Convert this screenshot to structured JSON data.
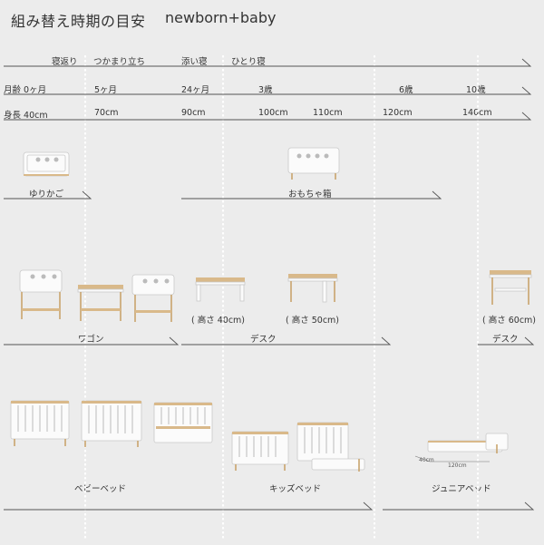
{
  "title": "組み替え時期の目安",
  "subtitle": "newborn+baby",
  "milestones": [
    "寝返り",
    "つかまり立ち",
    "添い寝",
    "ひとり寝"
  ],
  "ages": [
    "月齢 0ヶ月",
    "5ヶ月",
    "24ヶ月",
    "3歳",
    "6歳",
    "10歳"
  ],
  "heights": [
    "身長 40cm",
    "70cm",
    "90cm",
    "100cm",
    "110cm",
    "120cm",
    "140cm"
  ],
  "modes": {
    "cradle": "ゆりかご",
    "toybox": "おもちゃ箱",
    "wagon": "ワゴン",
    "desk1": "デスク",
    "desk2": "デスク",
    "desk_h40": "( 高さ 40cm)",
    "desk_h50": "( 高さ 50cm)",
    "desk_h60": "( 高さ 60cm)",
    "babybed": "ベビーベッド",
    "kidsbed": "キッズベッド",
    "juniorbed": "ジュニアベッド"
  },
  "dims": {
    "w40": "40cm",
    "w120": "120cm"
  },
  "colors": {
    "background": "#ececec",
    "wood": "#d9b98a",
    "text": "#333333",
    "guide": "#ffffff"
  }
}
